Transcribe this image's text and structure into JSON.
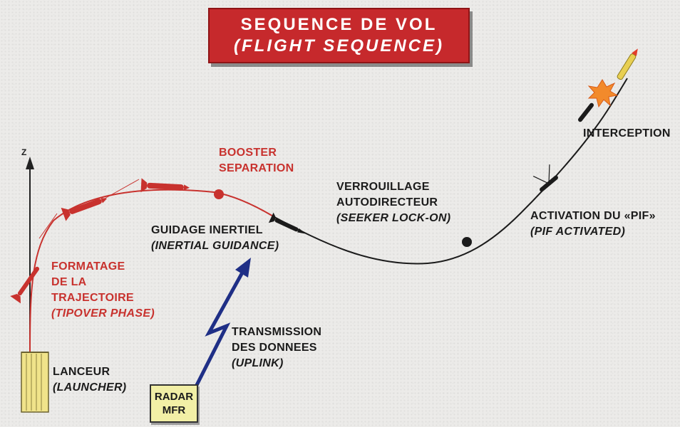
{
  "title": {
    "line1": "SEQUENCE DE VOL",
    "line2": "(FLIGHT SEQUENCE)"
  },
  "axis": {
    "z_label": "Z"
  },
  "labels": {
    "booster": [
      "BOOSTER",
      "SEPARATION"
    ],
    "tipover": [
      "FORMATAGE",
      "DE LA",
      "TRAJECTOIRE",
      "(TIPOVER PHASE)"
    ],
    "launcher": [
      "LANCEUR",
      "(LAUNCHER)"
    ],
    "radar": [
      "RADAR",
      "MFR"
    ],
    "uplink": [
      "TRANSMISSION",
      "DES DONNEES",
      "(UPLINK)"
    ],
    "inertial": [
      "GUIDAGE INERTIEL",
      "(INERTIAL GUIDANCE)"
    ],
    "seeker": [
      "VERROUILLAGE",
      "AUTODIRECTEUR",
      "(SEEKER LOCK-ON)"
    ],
    "pif": [
      "ACTIVATION DU «PIF»",
      "(PIF ACTIVATED)"
    ],
    "interception": "INTERCEPTION"
  },
  "colors": {
    "title_bg": "#c6292c",
    "red_trajectory": "#c8322e",
    "black_trajectory": "#1b1b1b",
    "uplink_arrow": "#1f2f86",
    "launcher_fill": "#f0e38a",
    "radar_fill": "#f2efa6"
  }
}
